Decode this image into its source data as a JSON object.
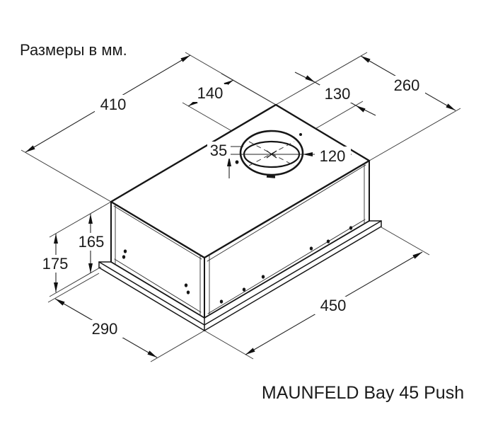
{
  "page": {
    "background": "#ffffff",
    "ink": "#1a1a1a"
  },
  "header": {
    "title": "Размеры в мм."
  },
  "footer": {
    "model": "MAUNFELD Bay 45 Push"
  },
  "dimensions": {
    "upper_width": "410",
    "duct_to_back_edge": "140",
    "duct_to_right_edge": "130",
    "upper_depth": "260",
    "duct_front_offset": "35",
    "duct_diameter": "120",
    "body_height": "165",
    "overall_height": "175",
    "lower_depth": "290",
    "lower_width": "450"
  }
}
